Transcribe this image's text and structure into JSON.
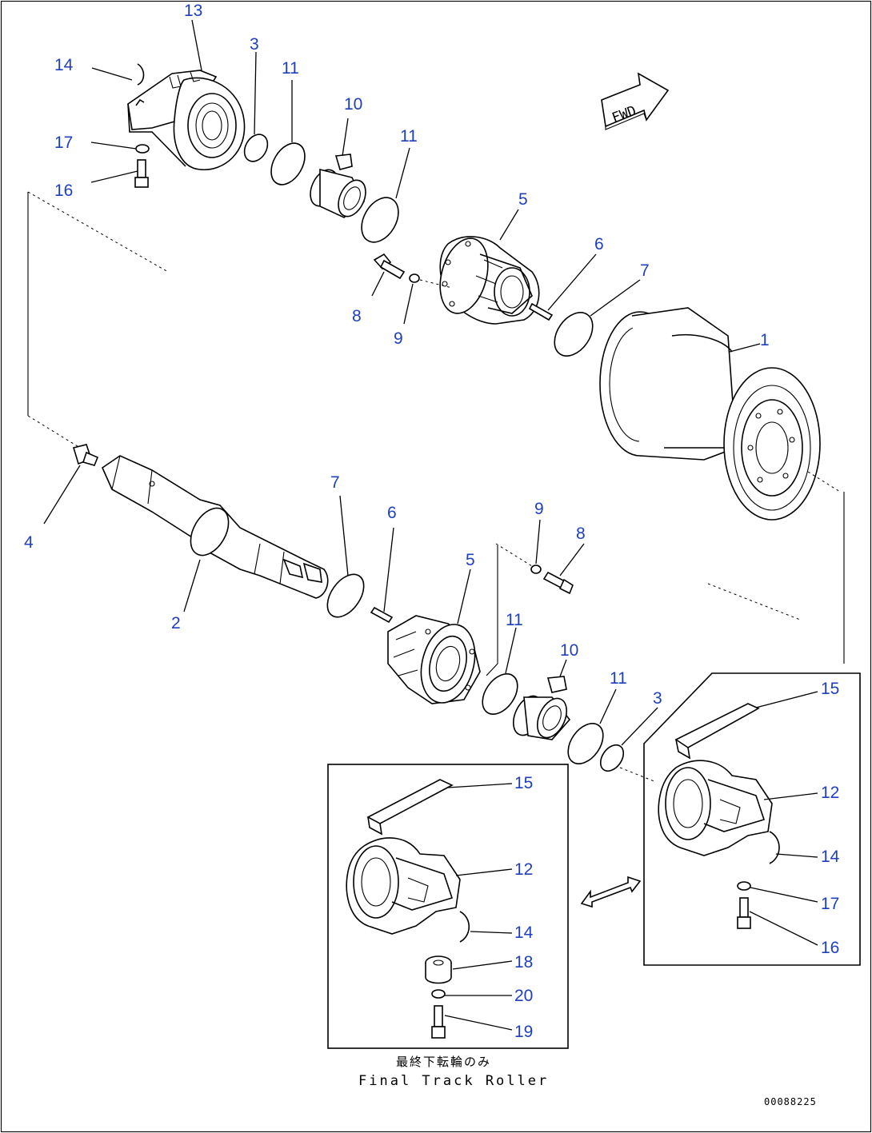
{
  "fwd_label": "FWD",
  "drawing_id": "00088225",
  "caption_jp": "最終下転輪のみ",
  "caption_en": "Final Track Roller",
  "callouts": [
    {
      "label": "13"
    },
    {
      "label": "14"
    },
    {
      "label": "3"
    },
    {
      "label": "11"
    },
    {
      "label": "10"
    },
    {
      "label": "17"
    },
    {
      "label": "11"
    },
    {
      "label": "16"
    },
    {
      "label": "5"
    },
    {
      "label": "6"
    },
    {
      "label": "7"
    },
    {
      "label": "8"
    },
    {
      "label": "9"
    },
    {
      "label": "1"
    },
    {
      "label": "4"
    },
    {
      "label": "7"
    },
    {
      "label": "6"
    },
    {
      "label": "9"
    },
    {
      "label": "8"
    },
    {
      "label": "5"
    },
    {
      "label": "2"
    },
    {
      "label": "11"
    },
    {
      "label": "10"
    },
    {
      "label": "11"
    },
    {
      "label": "3"
    },
    {
      "label": "15"
    },
    {
      "label": "12"
    },
    {
      "label": "14"
    },
    {
      "label": "17"
    },
    {
      "label": "16"
    },
    {
      "label": "15"
    },
    {
      "label": "12"
    },
    {
      "label": "14"
    },
    {
      "label": "18"
    },
    {
      "label": "20"
    },
    {
      "label": "19"
    }
  ]
}
